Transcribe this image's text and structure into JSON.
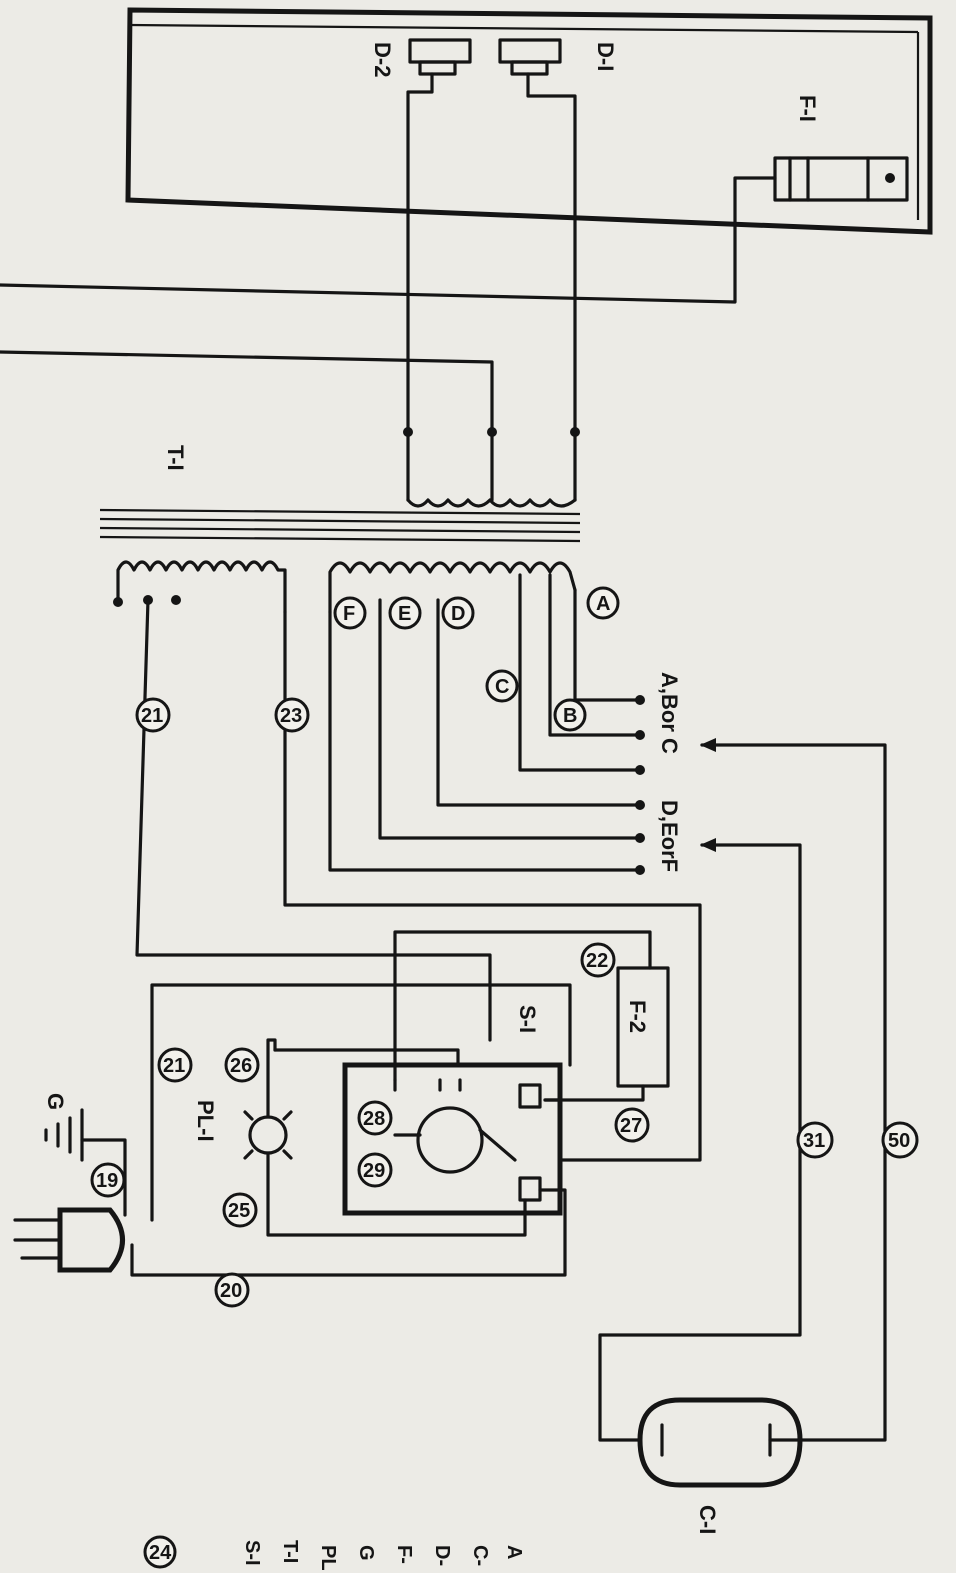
{
  "components": {
    "d1": "D-I",
    "d2": "D-2",
    "f1": "F-I",
    "f2": "F-2",
    "t1": "T-I",
    "s1": "S-I",
    "pl1": "PL-I",
    "c1": "C-I",
    "ground": "G"
  },
  "taps": {
    "a": "A",
    "b": "B",
    "c": "C",
    "d": "D",
    "e": "E",
    "f": "F"
  },
  "tap_groups": {
    "abc": "A,Bor C",
    "def": "D,EorF"
  },
  "wire_numbers": [
    "19",
    "20",
    "21",
    "22",
    "23",
    "24",
    "25",
    "26",
    "27",
    "28",
    "29",
    "31",
    "50"
  ],
  "legend_partial": [
    "A",
    "C-",
    "D-",
    "F-",
    "G",
    "PL",
    "T-I",
    "S-I",
    "24"
  ]
}
